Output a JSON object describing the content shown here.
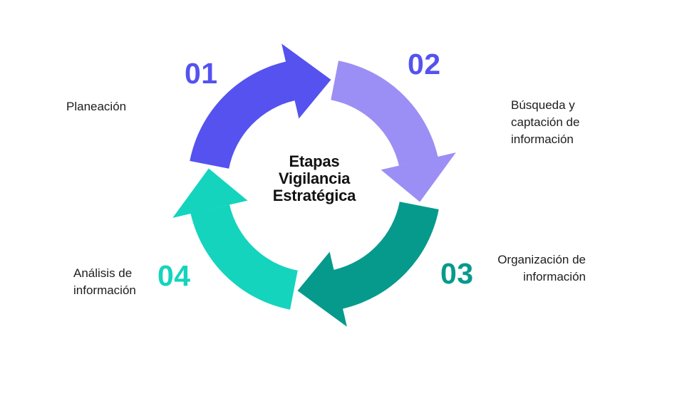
{
  "title": {
    "lines": [
      "Etapas",
      "Vigilancia",
      "Estratégica"
    ]
  },
  "stages": [
    {
      "number": "01",
      "number_color": "#5552f0",
      "arrow_color": "#5552f0",
      "label_lines": [
        "Planeación"
      ]
    },
    {
      "number": "02",
      "number_color": "#5552f0",
      "arrow_color": "#9b8ff5",
      "label_lines": [
        "Búsqueda y",
        "captación de",
        "información"
      ]
    },
    {
      "number": "03",
      "number_color": "#069a8c",
      "arrow_color": "#069a8c",
      "label_lines": [
        "Organización de",
        "información"
      ]
    },
    {
      "number": "04",
      "number_color": "#14d4be",
      "arrow_color": "#14d4be",
      "label_lines": [
        "Análisis de",
        "información"
      ]
    }
  ],
  "colors": {
    "background": "#ffffff",
    "label_text": "#1d1d1d",
    "title_text": "#121212"
  }
}
